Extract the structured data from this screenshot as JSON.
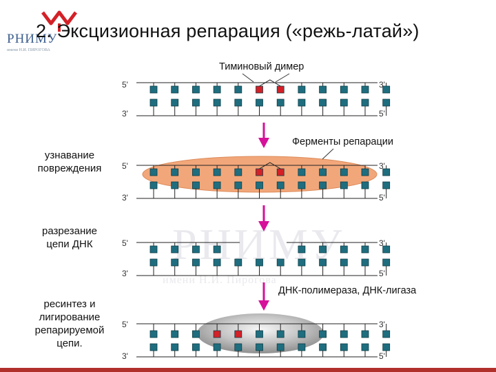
{
  "slide": {
    "title": "2. Эксцизионная репарация («режь-латай»)",
    "logo": {
      "text": "РНИМУ",
      "subtitle": "имени Н.И. ПИРОГОВА"
    },
    "watermark": {
      "text": "РНИМУ",
      "subtitle": "имени Н.И. Пирогова"
    }
  },
  "labels": {
    "thymine_dimer": "Тиминовый димер",
    "repair_enzymes": "Ферменты репарации",
    "polymerase_ligase": "ДНК-полимераза, ДНК-лигаза"
  },
  "steps": {
    "recognition": [
      "узнавание",
      "повреждения"
    ],
    "cutting": [
      "разрезание",
      "цепи ДНК"
    ],
    "resynthesis": [
      "ресинтез и",
      "лигирование",
      "репарируемой",
      "цепи."
    ]
  },
  "strand_ends": {
    "top_left": "5'",
    "top_right": "3'",
    "bottom_left": "3'",
    "bottom_right": "5'"
  },
  "colors": {
    "base": "#1f6e7f",
    "damaged_base": "#d42027",
    "enzyme": "#f2a77a",
    "polymerase": "#b4b4b4",
    "arrow": "#d6119a",
    "bar": "#b0302c"
  }
}
